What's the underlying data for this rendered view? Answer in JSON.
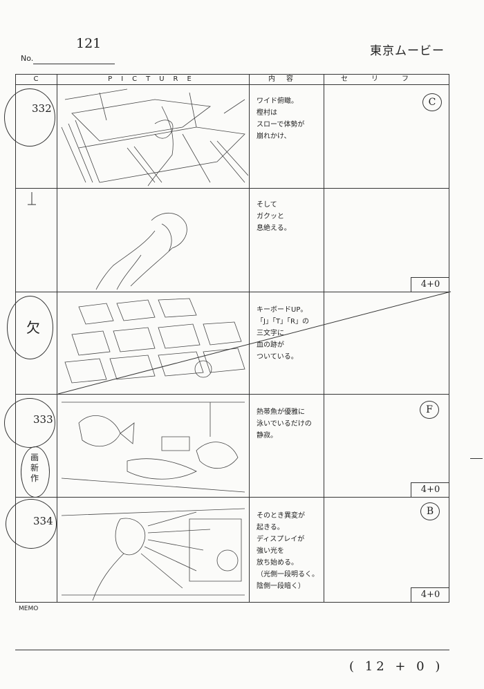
{
  "header": {
    "page_number": "121",
    "no_label": "No.",
    "studio": "東京ムービー"
  },
  "columns": {
    "cut": "C",
    "picture": "PICTURE",
    "content": "内容",
    "dialogue": "セリフ"
  },
  "rows": [
    {
      "cut": "332",
      "mark": "C",
      "content": "ワイド俯瞰。\n樫村は\nスローで体勢が\n崩れかけ、",
      "time": ""
    },
    {
      "cut": "",
      "mark": "",
      "content": "そして\nガクッと\n息絶える。",
      "time": "4+0"
    },
    {
      "cut": "欠",
      "mark": "",
      "content": "キーボードUP。\n「J」「T」「R」の\n三文字に\n血の跡が\nついている。",
      "time": ""
    },
    {
      "cut": "333",
      "mark": "F",
      "content": "熱帯魚が優雅に\n泳いでいるだけの\n静寂。",
      "time": "4+0",
      "note": "画新作"
    },
    {
      "cut": "334",
      "mark": "B",
      "content": "そのとき異変が\n起きる。\nディスプレイが\n強い光を\n放ち始める。\n（光側一段明るく。\n陰側一段暗く）",
      "time": "4+0"
    }
  ],
  "memo_label": "MEMO",
  "total": "( 12 + 0 )"
}
